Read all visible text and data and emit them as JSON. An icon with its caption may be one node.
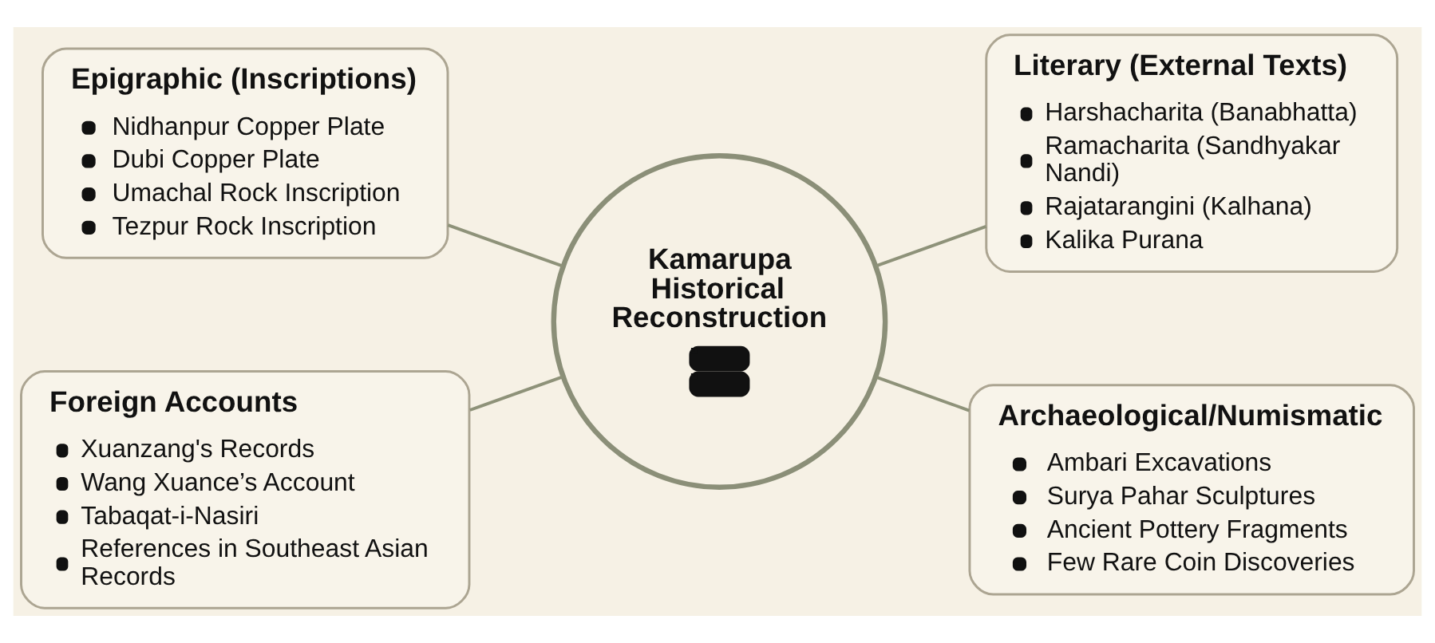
{
  "diagram": {
    "nodes": [
      {
        "text": [
          "Kamarupa Historical Reconstruction"
        ]
      },
      {
        "text": [
          "Epigraphic (Inscriptions)",
          "Nidhanpur Copper Plate",
          "Dubi Copper Plate",
          "Umachal Rock Inscription",
          "Tezpur Rock Inscription"
        ]
      },
      {
        "text": [
          "Literary (External Texts)",
          "Harshacharita (Banabhatta)",
          "Ramacharita (Sandhyakar Nandi)",
          "Rajatarangini (Kalhana)",
          "Kalika Purana"
        ]
      },
      {
        "text": [
          "Foreign Accounts",
          "Xuanzang's Records",
          "Wang Xuance’s Account",
          "Tabaqat-i-Nasiri",
          "References in Southeast Asian Records"
        ]
      },
      {
        "text": [
          "Archaeological/Numismatic",
          "Ambari Excavations",
          "Surya Pahar Sculptures",
          "Ancient Pottery Fragments",
          "Few Rare Coin Discoveries"
        ]
      }
    ],
    "edges": [
      {
        "from": 1,
        "to": 0,
        "arrow": "none"
      },
      {
        "from": 0,
        "to": 2,
        "arrow": "none"
      },
      {
        "from": 3,
        "to": 0,
        "arrow": "none"
      },
      {
        "from": 0,
        "to": 4,
        "arrow": "none"
      }
    ]
  }
}
